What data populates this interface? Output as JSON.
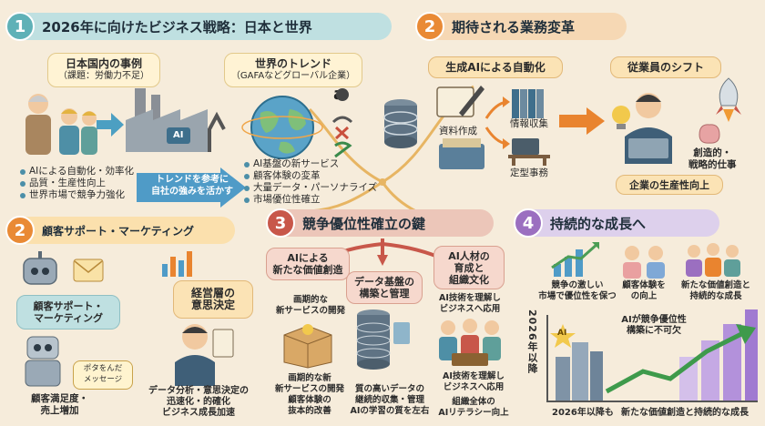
{
  "sec1": {
    "num": "1",
    "title": "2026年に向けたビジネス戦略：日本と世界",
    "japan_title": "日本国内の事例",
    "japan_sub": "（課題：労働力不足）",
    "japan_bullets": [
      "AIによる自動化・効率化",
      "品質・生産性向上",
      "世界市場で競争力強化"
    ],
    "world_title": "世界のトレンド",
    "world_sub": "（GAFAなどグローバル企業）",
    "world_bullets": [
      "AI基盤の新サービス",
      "顧客体験の変革",
      "大量データ・パーソナライズ",
      "市場優位性確立"
    ],
    "arrow_text_1": "トレンドを参考に",
    "arrow_text_2": "自社の強みを活かす",
    "amazon_glyph": "a",
    "factory_label": "AI"
  },
  "sec2a": {
    "num": "2",
    "title": "期待される業務変革",
    "auto_title": "生成AIによる自動化",
    "shift_title": "従業員のシフト",
    "doc_label": "資料作成",
    "info_label": "情報収集",
    "routine_label": "定型事務",
    "creative_1": "創造的・",
    "creative_2": "戦略的仕事",
    "productivity": "企業の生産性向上"
  },
  "sec2b": {
    "num": "2",
    "title": "顧客サポート・マーケティング",
    "support_1": "顧客サポート・",
    "support_2": "マーケティング",
    "exec_1": "経営層の",
    "exec_2": "意思決定",
    "chat_1": "ポタをんだ",
    "chat_2": "メッセージ",
    "result_1": "顧客満足度・",
    "result_2": "売上増加",
    "decision_1": "データ分析・意思決定の",
    "decision_2": "迅速化・的確化",
    "decision_3": "ビジネス成長加速"
  },
  "sec3": {
    "num": "3",
    "title": "競争優位性確立の鍵",
    "col1_title_1": "AIによる",
    "col1_title_2": "新たな価値創造",
    "col1_desc_1": "画期的な",
    "col1_desc_2": "新サービスの開発",
    "col1_bottom_1": "画期的な新",
    "col1_bottom_2": "新サービスの開発",
    "col1_bottom_3": "顧客体験の",
    "col1_bottom_4": "抜本的改善",
    "col2_title_1": "データ基盤の",
    "col2_title_2": "構築と管理",
    "col2_bottom_1": "質の高いデータの",
    "col2_bottom_2": "継続的収集・管理",
    "col2_bottom_3": "AIの学習の質を左右",
    "col3_title_1": "AI人材の",
    "col3_title_2": "育成と",
    "col3_title_3": "組織文化",
    "col3_desc_1": "AI技術を理解し",
    "col3_desc_2": "ビジネスへ応用",
    "col3_bottom_1": "AI技術を理解し",
    "col3_bottom_2": "ビジネスへ応用",
    "col3_bottom_3": "組織全体の",
    "col3_bottom_4": "AIリテラシー向上"
  },
  "sec4": {
    "num": "4",
    "title": "持続的な成長へ",
    "label1_1": "競争の激しい",
    "label1_2": "市場で優位性を保つ",
    "label2_1": "顧客体験を",
    "label2_2": "の向上",
    "label3_1": "新たな価値創造と",
    "label3_2": "持続的な成長",
    "vertical": "2026年以降",
    "ai_label": "AI",
    "ai_key_1": "AIが競争優位性",
    "ai_key_2": "構築に不可欠",
    "bottom_left": "2026年以降も",
    "bottom_right": "新たな価値創造と持続的な成長"
  },
  "colors": {
    "teal": "#5fb1b7",
    "orange": "#e98a35",
    "purple": "#9b6fc0",
    "red": "#c8574a",
    "background": "#f6ecdb"
  }
}
